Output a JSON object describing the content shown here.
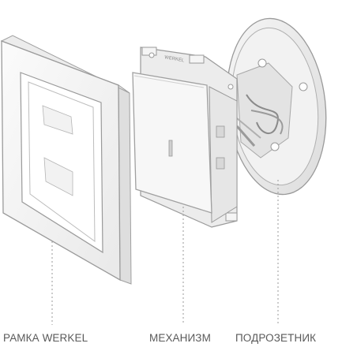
{
  "labels": {
    "frame": "РАМКА WERKEL",
    "mechanism": "МЕХАНИЗМ",
    "box": "ПОДРОЗЕТНИК"
  },
  "mechanism_brand": "WERKEL",
  "colors": {
    "line": "#9a9a9a",
    "fill": "#f4f4f4",
    "label": "#5a5a5a"
  }
}
